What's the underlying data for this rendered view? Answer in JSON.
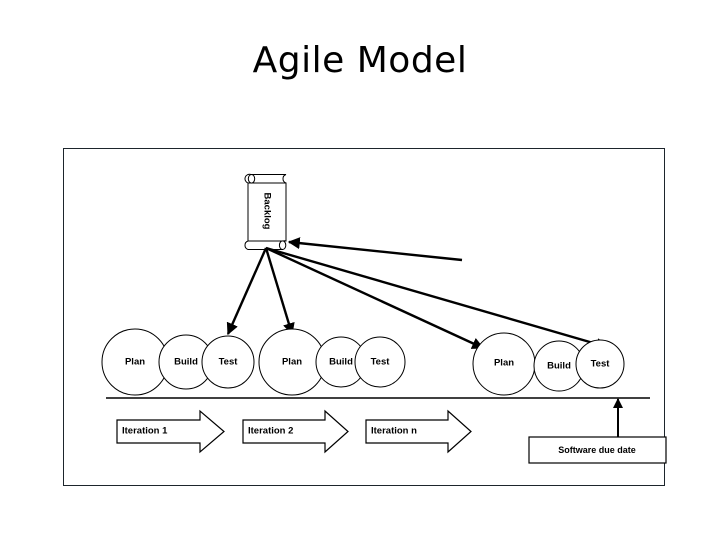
{
  "slide": {
    "title": "Agile Model",
    "background_color": "#ffffff",
    "frame_border_color": "#1d252c",
    "stroke_color": "#000000"
  },
  "backlog": {
    "label": "Backlog",
    "shape": "scroll",
    "rotation_degrees": 90
  },
  "iterations": [
    {
      "banner_label": "Iteration 1",
      "phases": [
        {
          "label": "Plan"
        },
        {
          "label": "Build"
        },
        {
          "label": "Test"
        }
      ]
    },
    {
      "banner_label": "Iteration 2",
      "phases": [
        {
          "label": "Plan"
        },
        {
          "label": "Build"
        },
        {
          "label": "Test"
        }
      ]
    },
    {
      "banner_label": "Iteration n",
      "phases": [
        {
          "label": "Plan"
        },
        {
          "label": "Build"
        },
        {
          "label": "Test"
        }
      ]
    }
  ],
  "milestone": {
    "label": "Software due date"
  },
  "timeline": {
    "visible": true
  }
}
